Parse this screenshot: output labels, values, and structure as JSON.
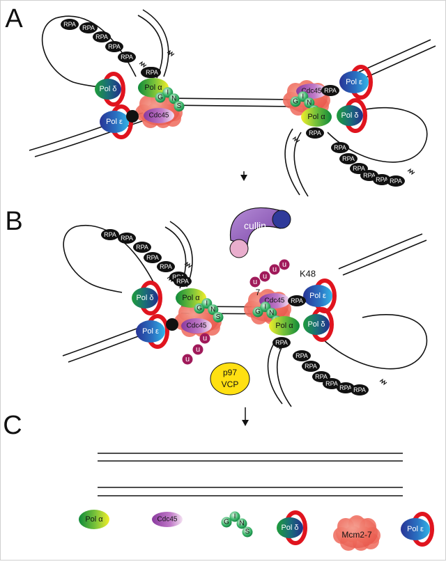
{
  "panels": [
    {
      "label": "A"
    },
    {
      "label": "B"
    },
    {
      "label": "C"
    }
  ],
  "labels": {
    "rpa": "RPA",
    "pol_delta": "Pol δ",
    "pol_epsilon": "Pol ε",
    "pol_alpha": "Pol α",
    "cdc45": "Cdc45",
    "gins_g": "G",
    "gins_i": "I",
    "gins_n": "N",
    "gins_s": "S",
    "cullin": "cullin",
    "k48": "K48",
    "ub": "u",
    "seven": "7",
    "p97_line1": "p97",
    "p97_line2": "VCP",
    "mcm": "Mcm2-7"
  },
  "colors": {
    "clamp_red": "#e0141e",
    "rpa_black": "#111111",
    "ubiquitin": "#a01a5a",
    "cullin_purple": "#8e5cb8",
    "cullin_ball_blue": "#2f3a9a",
    "cullin_ball_pink": "#e9aecd",
    "p97_yellow": "#ffe012"
  }
}
